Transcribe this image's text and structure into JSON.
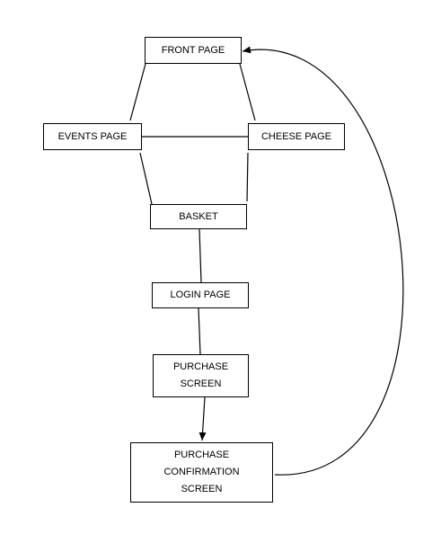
{
  "nodes": {
    "front_page": {
      "label": "FRONT PAGE"
    },
    "events_page": {
      "label": "EVENTS PAGE"
    },
    "cheese_page": {
      "label": "CHEESE PAGE"
    },
    "basket": {
      "label": "BASKET"
    },
    "login_page": {
      "label": "LOGIN PAGE"
    },
    "purchase_screen": {
      "label": "PURCHASE\nSCREEN"
    },
    "purchase_confirmation_screen": {
      "label": "PURCHASE\nCONFIRMATION\nSCREEN"
    }
  },
  "edges": [
    {
      "from": "front_page",
      "to": "events_page",
      "directed": false
    },
    {
      "from": "front_page",
      "to": "cheese_page",
      "directed": false
    },
    {
      "from": "events_page",
      "to": "cheese_page",
      "directed": false
    },
    {
      "from": "events_page",
      "to": "basket",
      "directed": false
    },
    {
      "from": "cheese_page",
      "to": "basket",
      "directed": false
    },
    {
      "from": "basket",
      "to": "login_page",
      "directed": false
    },
    {
      "from": "login_page",
      "to": "purchase_screen",
      "directed": false
    },
    {
      "from": "purchase_screen",
      "to": "purchase_confirmation_screen",
      "directed": true
    },
    {
      "from": "purchase_confirmation_screen",
      "to": "front_page",
      "directed": true,
      "curved": true
    }
  ],
  "colors": {
    "stroke": "#000000",
    "background": "#ffffff"
  }
}
